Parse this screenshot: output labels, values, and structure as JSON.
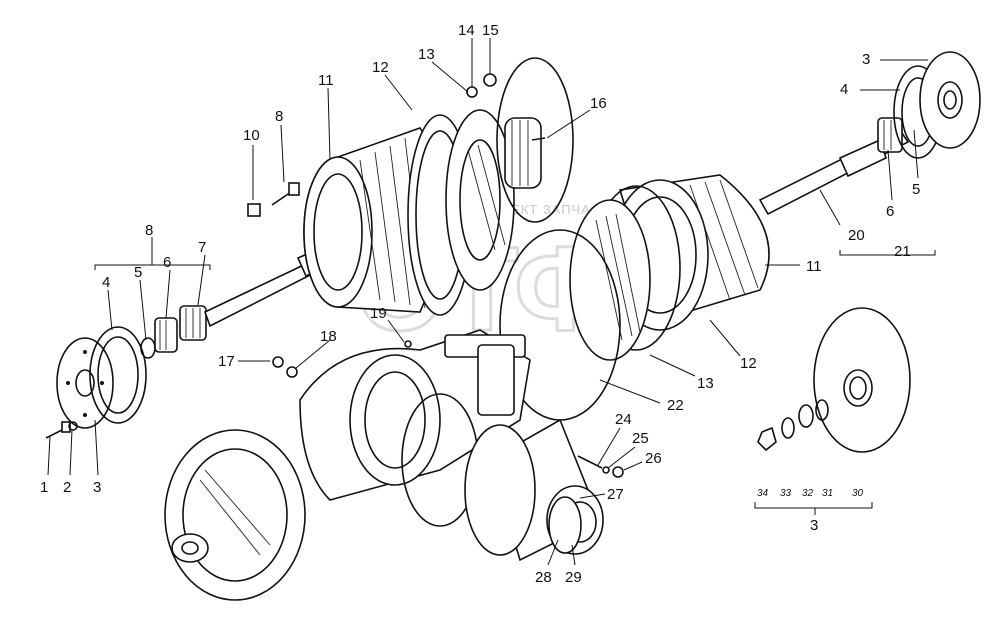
{
  "watermark": {
    "text": "ТЕХНОКОМПЛЕКТ ЗАПЧАСТИ",
    "logo": "ЭТФ"
  },
  "callouts": [
    {
      "id": "c1",
      "text": "1"
    },
    {
      "id": "c2",
      "text": "2"
    },
    {
      "id": "c3a",
      "text": "3"
    },
    {
      "id": "c4a",
      "text": "4"
    },
    {
      "id": "c5a",
      "text": "5"
    },
    {
      "id": "c6a",
      "text": "6"
    },
    {
      "id": "c7",
      "text": "7"
    },
    {
      "id": "c8a",
      "text": "8"
    },
    {
      "id": "c8b",
      "text": "8"
    },
    {
      "id": "c10",
      "text": "10"
    },
    {
      "id": "c11a",
      "text": "11"
    },
    {
      "id": "c12a",
      "text": "12"
    },
    {
      "id": "c13a",
      "text": "13"
    },
    {
      "id": "c14",
      "text": "14"
    },
    {
      "id": "c15",
      "text": "15"
    },
    {
      "id": "c16",
      "text": "16"
    },
    {
      "id": "c3b",
      "text": "3"
    },
    {
      "id": "c4b",
      "text": "4"
    },
    {
      "id": "c5b",
      "text": "5"
    },
    {
      "id": "c6b",
      "text": "6"
    },
    {
      "id": "c20",
      "text": "20"
    },
    {
      "id": "c21",
      "text": "21"
    },
    {
      "id": "c11b",
      "text": "11"
    },
    {
      "id": "c12b",
      "text": "12"
    },
    {
      "id": "c13b",
      "text": "13"
    },
    {
      "id": "c22",
      "text": "22"
    },
    {
      "id": "c19",
      "text": "19"
    },
    {
      "id": "c17",
      "text": "17"
    },
    {
      "id": "c18",
      "text": "18"
    },
    {
      "id": "c24",
      "text": "24"
    },
    {
      "id": "c25",
      "text": "25"
    },
    {
      "id": "c26",
      "text": "26"
    },
    {
      "id": "c27",
      "text": "27"
    },
    {
      "id": "c28",
      "text": "28"
    },
    {
      "id": "c29",
      "text": "29"
    },
    {
      "id": "c3c",
      "text": "3"
    }
  ],
  "small_callouts": [
    {
      "id": "s34",
      "text": "34"
    },
    {
      "id": "s33",
      "text": "33"
    },
    {
      "id": "s32",
      "text": "32"
    },
    {
      "id": "s31",
      "text": "31"
    },
    {
      "id": "s30",
      "text": "30"
    }
  ]
}
